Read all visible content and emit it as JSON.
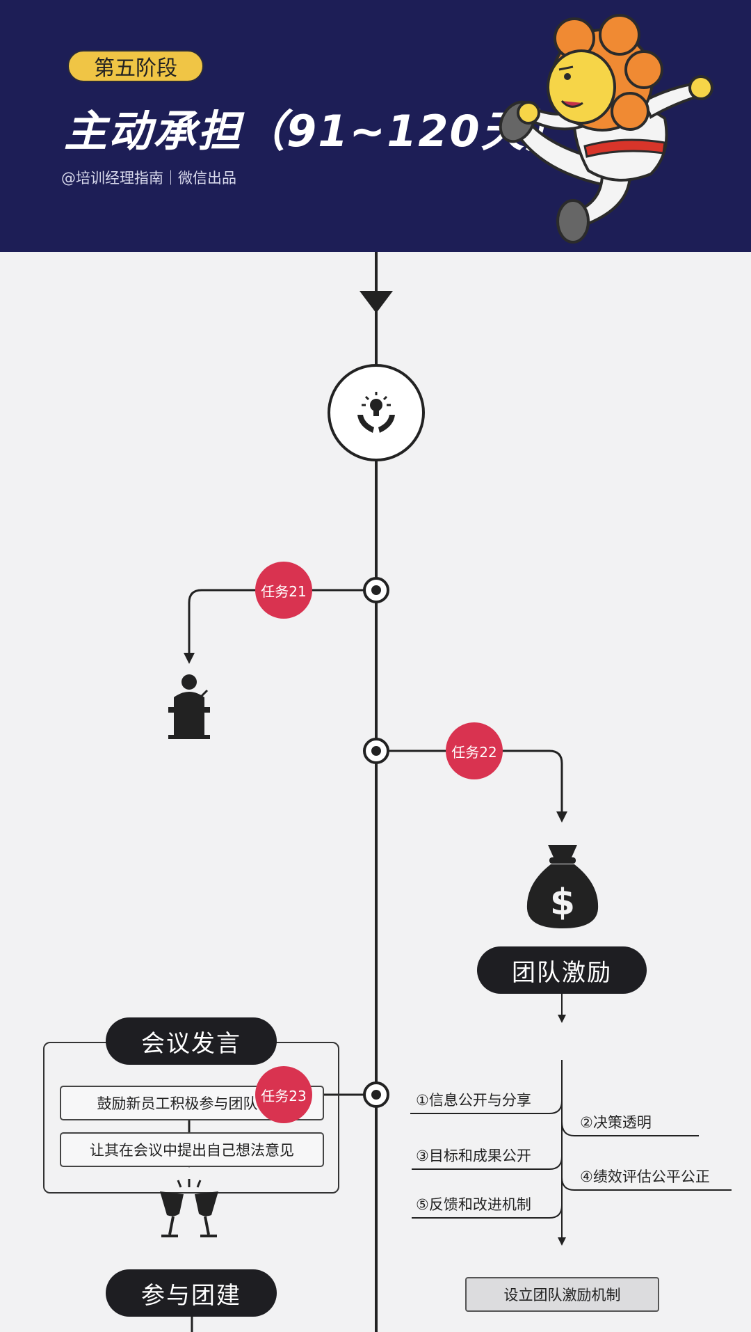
{
  "header": {
    "stage_tag": "第五阶段",
    "title": "主动承担（91~120天）",
    "byline": "@培训经理指南｜微信出品"
  },
  "tasks": [
    {
      "label": "任务21",
      "topic": "会议发言",
      "details": [
        "鼓励新员工积极参与团队会议",
        "让其在会议中提出自己想法意见"
      ]
    },
    {
      "label": "任务22",
      "topic": "团队激励",
      "mechanism": "设立团队激励机制",
      "branches": [
        "①信息公开与分享",
        "②决策透明",
        "③目标和成果公开",
        "④绩效评估公平公正",
        "⑤反馈和改进机制"
      ]
    },
    {
      "label": "任务23",
      "topic": "参与团建"
    }
  ],
  "icons": {
    "top": "lightbulb-in-hands-icon",
    "task21": "speaker-at-podium-icon",
    "task22": "money-bag-icon",
    "task23": "cheers-glasses-icon"
  },
  "colors": {
    "header_bg": "#1d1e56",
    "stage_tag": "#f0c545",
    "task_badge": "#d93350",
    "pill": "#1e1e22",
    "page_bg": "#f2f2f3"
  }
}
